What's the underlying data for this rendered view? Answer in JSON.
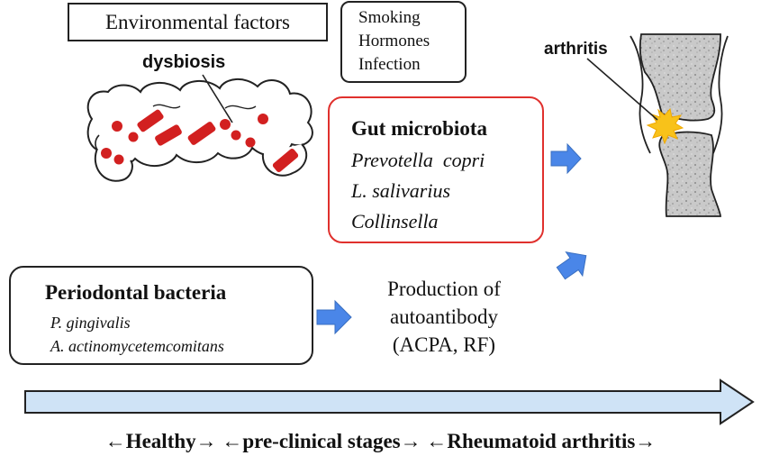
{
  "environment": {
    "title": "Environmental factors",
    "factors": [
      "Smoking",
      "Hormones",
      "Infection"
    ]
  },
  "gut": {
    "dysbiosis_label": "dysbiosis",
    "title": "Gut microbiota",
    "species": [
      "Prevotella  copri",
      "L. salivarius",
      "Collinsella"
    ]
  },
  "joint": {
    "label": "arthritis"
  },
  "periodontal": {
    "title": "Periodontal bacteria",
    "species": [
      "P. gingivalis",
      "A. actinomycetemcomitans"
    ]
  },
  "production": {
    "lines": [
      "Production of",
      "autoantibody",
      "(ACPA, RF)"
    ]
  },
  "timeline": {
    "stages": "←Healthy→ ←pre-clinical stages→ ←Rheumatoid arthritis→"
  },
  "colors": {
    "gut_border": "#e0302d",
    "blue_arrow": "#4a86e8",
    "timeline_fill": "#cfe3f6",
    "bone_fill": "#c8c8c8",
    "inflammation": "#f8c21a",
    "bacteria": "#d22020"
  },
  "icons": [
    "intestine-icon",
    "bone-joint-icon",
    "inflammation-burst-icon",
    "blue-arrow-icon"
  ]
}
